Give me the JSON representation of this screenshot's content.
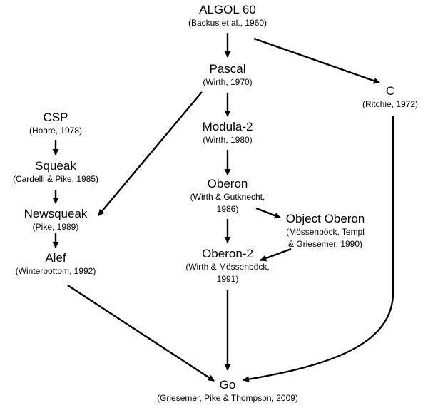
{
  "nodes": {
    "algol60": {
      "name": "ALGOL 60",
      "cite": [
        "(Backus et al., 1960)"
      ]
    },
    "pascal": {
      "name": "Pascal",
      "cite": [
        "(Wirth, 1970)"
      ]
    },
    "c": {
      "name": "C",
      "cite": [
        "(Ritchie, 1972)"
      ]
    },
    "csp": {
      "name": "CSP",
      "cite": [
        "(Hoare, 1978)"
      ]
    },
    "modula2": {
      "name": "Modula-2",
      "cite": [
        "(Wirth, 1980)"
      ]
    },
    "squeak": {
      "name": "Squeak",
      "cite": [
        "(Cardelli & Pike, 1985)"
      ]
    },
    "oberon": {
      "name": "Oberon",
      "cite": [
        "(Wirth & Gutknecht,",
        "1986)"
      ]
    },
    "newsqueak": {
      "name": "Newsqueak",
      "cite": [
        "(Pike, 1989)"
      ]
    },
    "objectoberon": {
      "name": "Object Oberon",
      "cite": [
        "(Mössenböck, Templ",
        "& Griesemer, 1990)"
      ]
    },
    "oberon2": {
      "name": "Oberon-2",
      "cite": [
        "(Wirth & Mössenböck,",
        "1991)"
      ]
    },
    "alef": {
      "name": "Alef",
      "cite": [
        "(Winterbottom, 1992)"
      ]
    },
    "go": {
      "name": "Go",
      "cite": [
        "(Griesemer, Pike & Thompson, 2009)"
      ]
    }
  },
  "edges": [
    {
      "from": "ALGOL 60",
      "to": "Pascal"
    },
    {
      "from": "ALGOL 60",
      "to": "C"
    },
    {
      "from": "Pascal",
      "to": "Modula-2"
    },
    {
      "from": "Pascal",
      "to": "Newsqueak"
    },
    {
      "from": "Modula-2",
      "to": "Oberon"
    },
    {
      "from": "Oberon",
      "to": "Object Oberon"
    },
    {
      "from": "Oberon",
      "to": "Oberon-2"
    },
    {
      "from": "Object Oberon",
      "to": "Oberon-2"
    },
    {
      "from": "CSP",
      "to": "Squeak"
    },
    {
      "from": "Squeak",
      "to": "Newsqueak"
    },
    {
      "from": "Newsqueak",
      "to": "Alef"
    },
    {
      "from": "Alef",
      "to": "Go"
    },
    {
      "from": "Oberon-2",
      "to": "Go"
    },
    {
      "from": "C",
      "to": "Go"
    }
  ],
  "colors": {
    "line": "#000000",
    "text": "#000000",
    "background": "#ffffff"
  }
}
